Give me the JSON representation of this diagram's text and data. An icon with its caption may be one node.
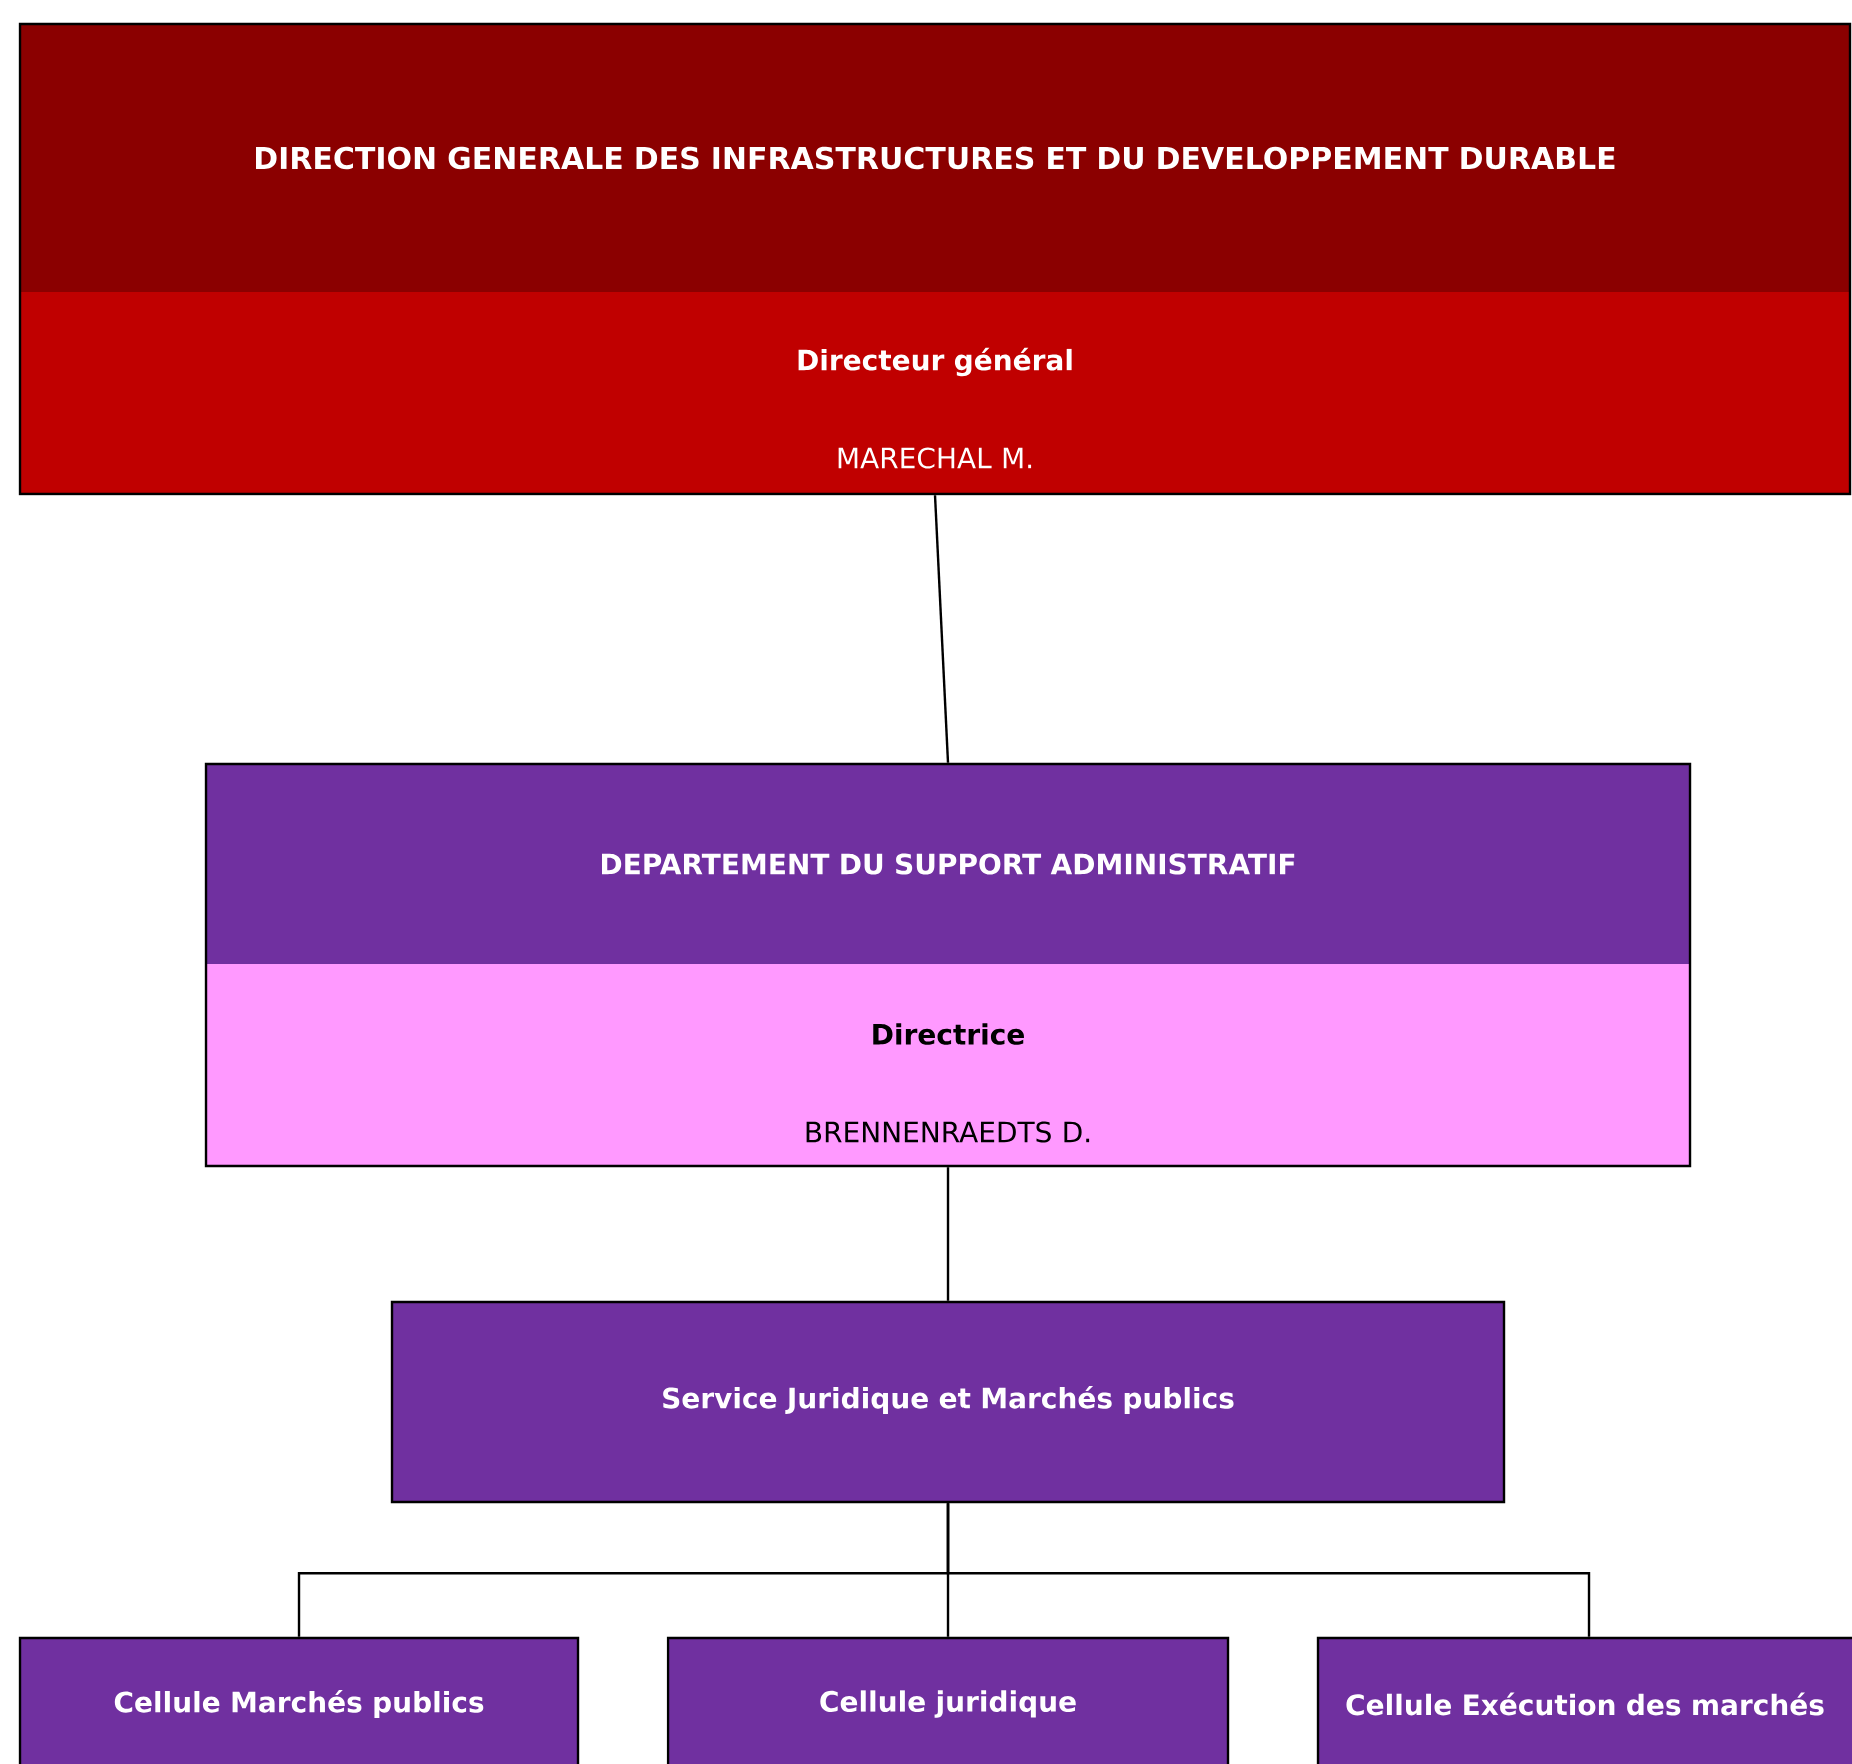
{
  "diagram": {
    "nodes": [
      {
        "text": [
          "DIRECTION GENERALE DES INFRASTRUCTURES ET DU DEVELOPPEMENT DURABLE",
          "Directeur général",
          "MARECHAL M."
        ]
      },
      {
        "text": [
          "DEPARTEMENT DU SUPPORT ADMINISTRATIF",
          "Directrice",
          "BRENNENRAEDTS D."
        ]
      },
      {
        "text": [
          "Service Juridique et Marchés publics"
        ]
      },
      {
        "text": [
          "Cellule Marchés publics"
        ]
      },
      {
        "text": [
          "Cellule juridique"
        ]
      },
      {
        "text": [
          "Cellule Exécution des marchés"
        ]
      }
    ],
    "edges": [
      {
        "from": 0,
        "to": 1,
        "arrow": "none"
      },
      {
        "from": 1,
        "to": 2,
        "arrow": "none"
      },
      {
        "from": 2,
        "to": 3,
        "arrow": "none"
      },
      {
        "from": 2,
        "to": 4,
        "arrow": "none"
      },
      {
        "from": 2,
        "to": 5,
        "arrow": "none"
      }
    ]
  }
}
